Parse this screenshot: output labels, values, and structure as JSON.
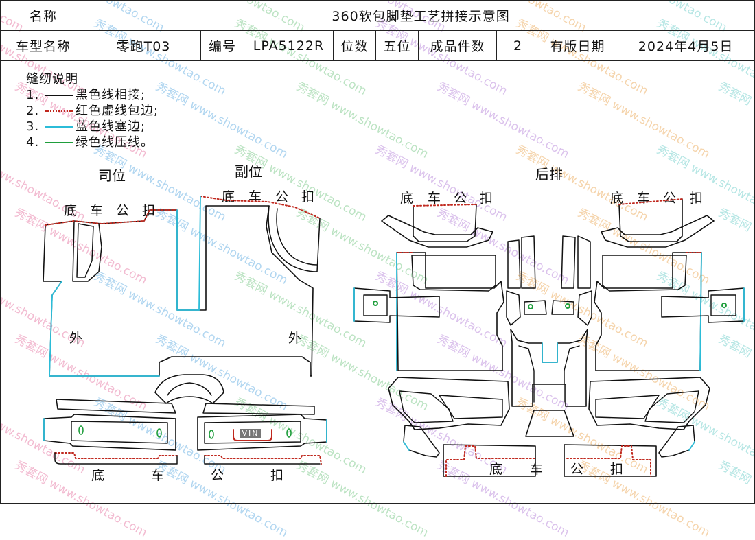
{
  "header": {
    "name_label": "名称",
    "title": "360软包脚垫工艺拼接示意图",
    "model_label": "车型名称",
    "model_value": "零跑T03",
    "code_label": "编号",
    "code_value": "LPA5122R",
    "seats_label": "位数",
    "seats_value": "五位",
    "pieces_label": "成品件数",
    "pieces_value": "2",
    "date_label": "有版日期",
    "date_value": "2024年4月5日"
  },
  "legend": {
    "title": "缝纫说明",
    "items": [
      {
        "num": "1.",
        "text": "黑色线相接;"
      },
      {
        "num": "2.",
        "text": "红色虚线包边;"
      },
      {
        "num": "3.",
        "text": "蓝色线塞边;"
      },
      {
        "num": "4.",
        "text": "绿色线压线。"
      }
    ]
  },
  "sections": {
    "driver": "司位",
    "passenger": "副位",
    "rear": "后排"
  },
  "labels": {
    "chars": [
      "底",
      "车",
      "公",
      "扣"
    ],
    "outside": "外",
    "vin": "VIN"
  },
  "watermark": {
    "cn": "秀套网",
    "url": "www.showtao.com"
  },
  "colors": {
    "line_black": "#111111",
    "edge_red": "#c0281e",
    "tuck_blue": "#2bbcd8",
    "press_green": "#1f9e3c"
  }
}
